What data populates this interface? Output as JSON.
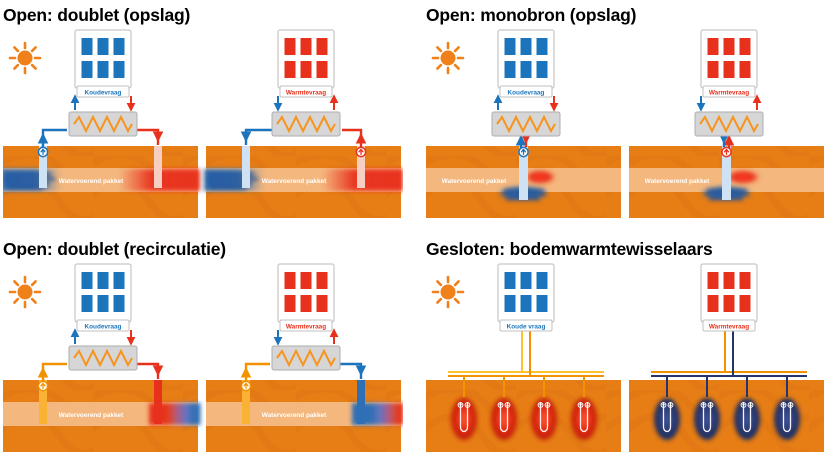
{
  "quadrants": [
    {
      "title": "Open: doublet (opslag)",
      "panels": [
        {
          "icon": "sun-icon",
          "demand_label": "Koudevraag",
          "aquifer_label": "Watervoerend pakket"
        },
        {
          "icon": "snowflake-icon",
          "demand_label": "Warmtevraag",
          "aquifer_label": "Watervoerend pakket"
        }
      ]
    },
    {
      "title": "Open: monobron (opslag)",
      "panels": [
        {
          "icon": "sun-icon",
          "demand_label": "Koudevraag",
          "aquifer_label": "Watervoerend pakket"
        },
        {
          "icon": "snowflake-icon",
          "demand_label": "Warmtevraag",
          "aquifer_label": "Watervoerend pakket"
        }
      ]
    },
    {
      "title": "Open: doublet (recirculatie)",
      "panels": [
        {
          "icon": "sun-icon",
          "demand_label": "Koudevraag",
          "aquifer_label": "Watervoerend pakket"
        },
        {
          "icon": "snowflake-icon",
          "demand_label": "Warmtevraag",
          "aquifer_label": "Watervoerend pakket"
        }
      ]
    },
    {
      "title": "Gesloten: bodemwarmtewisselaars",
      "panels": [
        {
          "icon": "sun-icon",
          "demand_label": "Koude vraag"
        },
        {
          "icon": "snowflake-icon",
          "demand_label": "Warmtevraag"
        }
      ]
    }
  ],
  "colors": {
    "ground": "#e67d15",
    "ground_dark": "#d97110",
    "aquifer": "#f4b77d",
    "cold": "#1c75bc",
    "cold_deep": "#1b4a8f",
    "warm": "#e8311c",
    "zigzag": "#f7941d",
    "pipe_orange": "#f39200",
    "pipe_yellow": "#fdc22d",
    "dark_loop": "#24356e",
    "sun": "#f08019",
    "snowflake": "#7ab3dd"
  }
}
